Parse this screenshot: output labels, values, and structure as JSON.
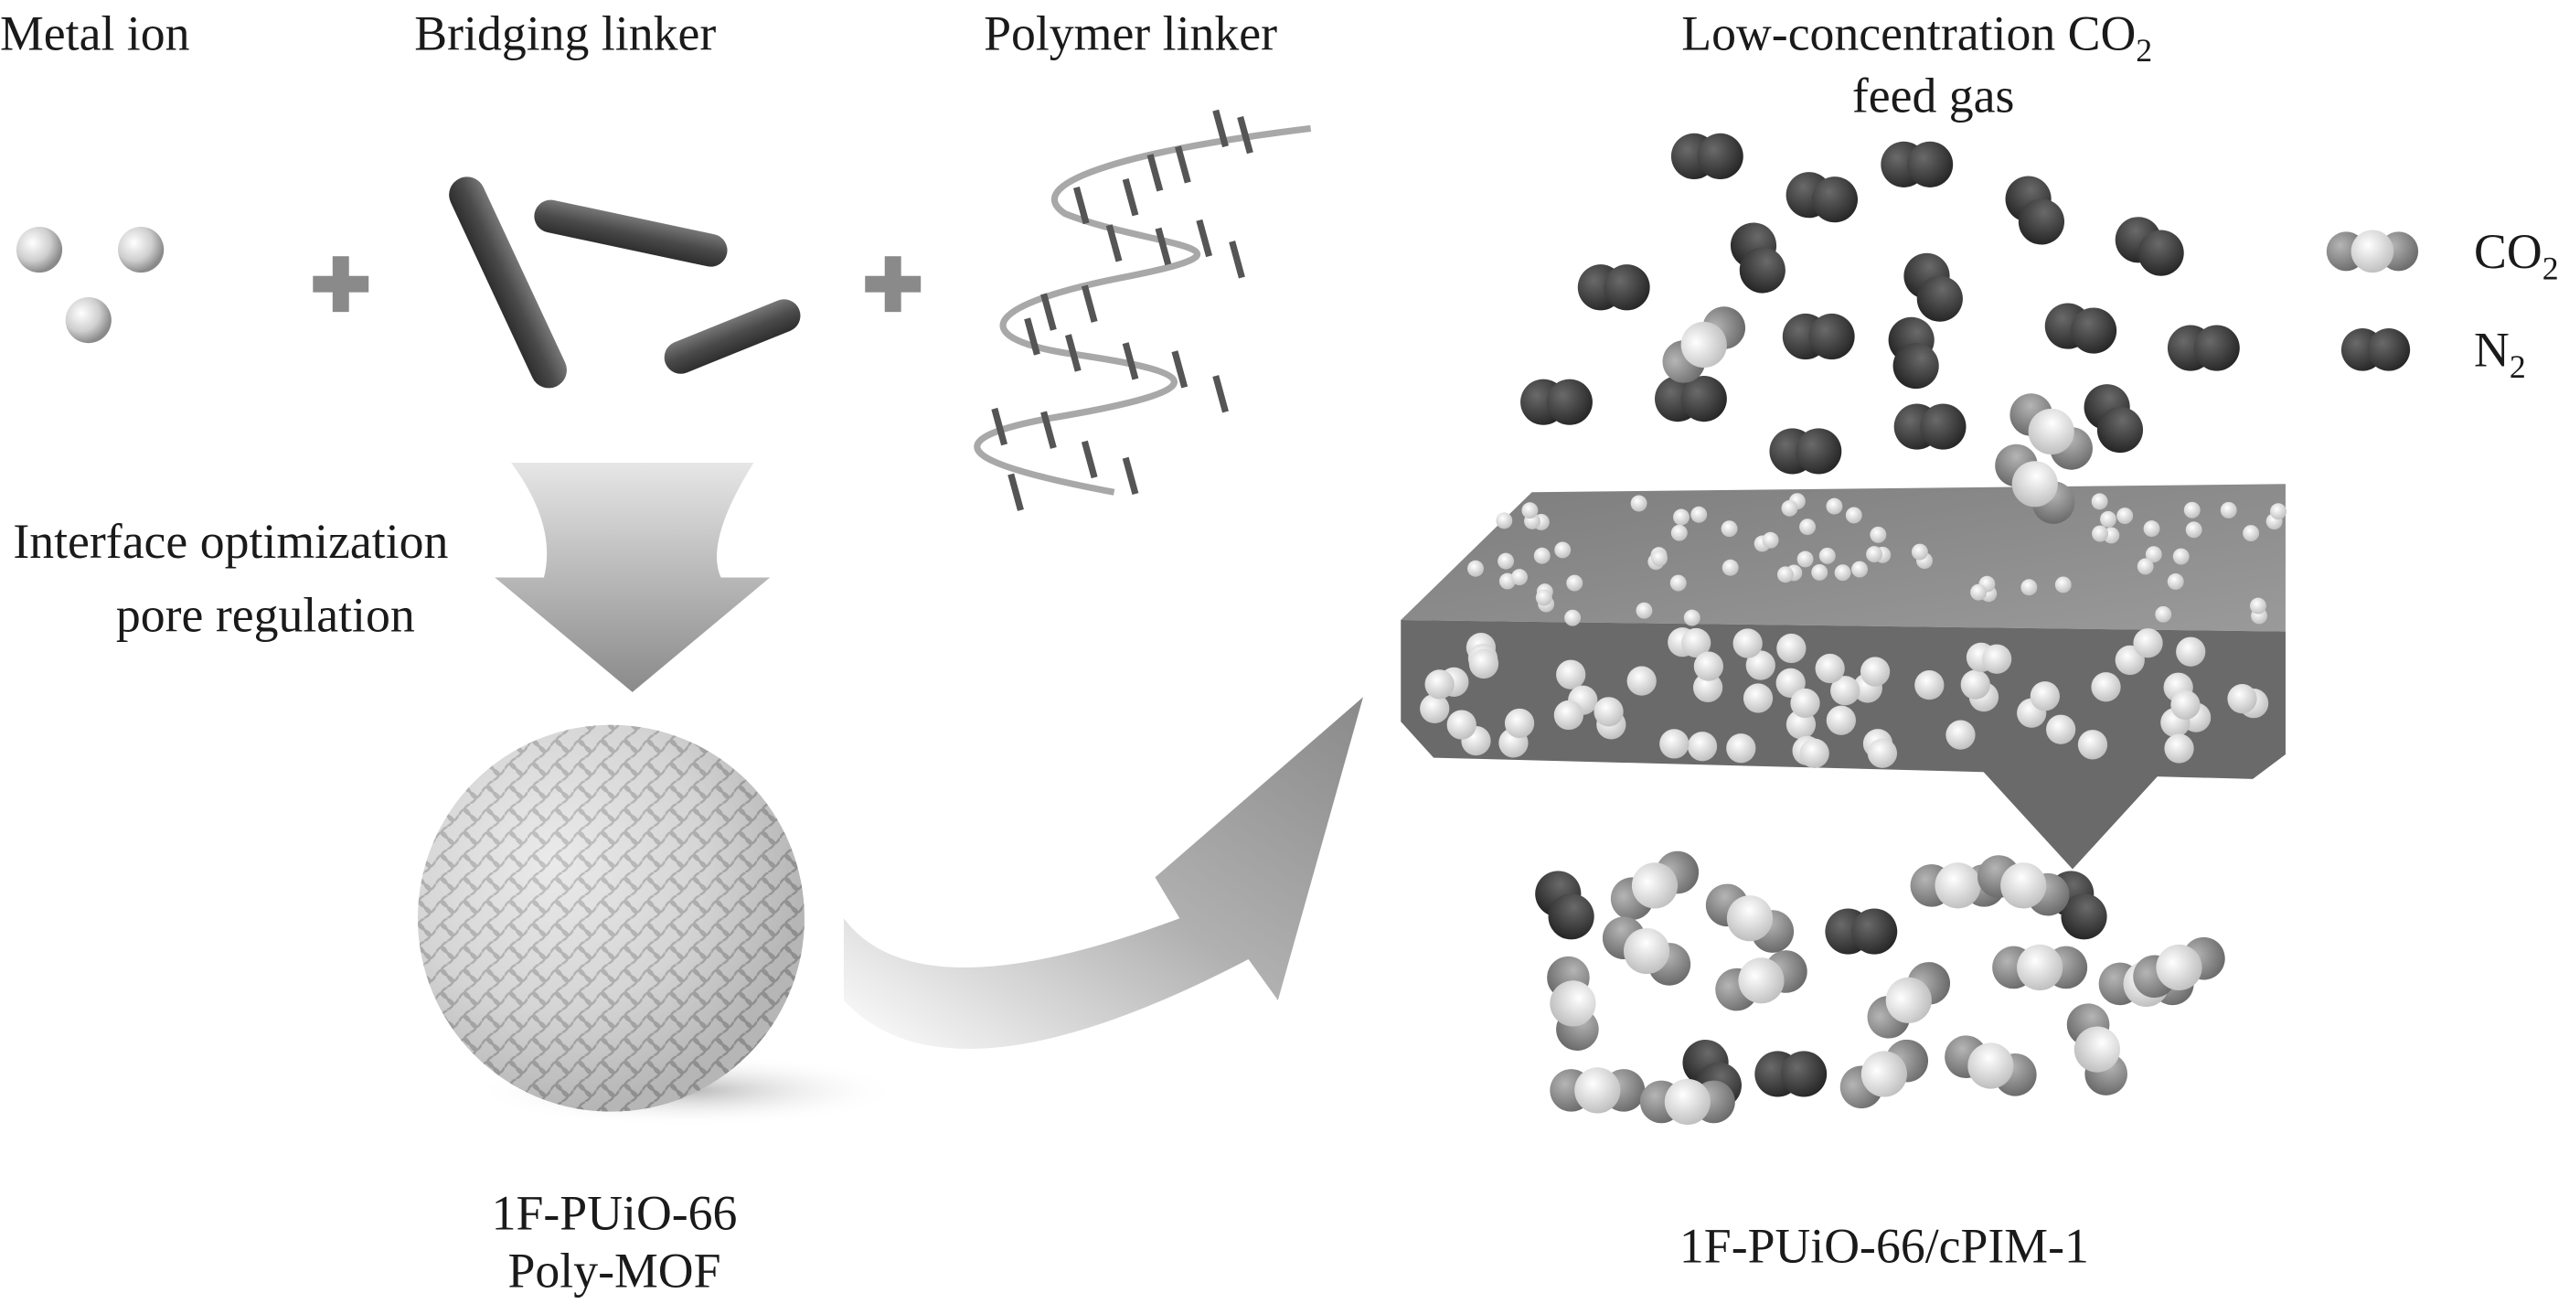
{
  "labels": {
    "metal_ion": "Metal ion",
    "bridging_linker": "Bridging linker",
    "polymer_linker": "Polymer linker",
    "feed_gas_line1": "Low-concentration CO",
    "feed_gas_line1_sub": "2",
    "feed_gas_line2": "feed gas",
    "process_line1": "Interface optimization",
    "process_line2": "pore regulation",
    "polymof_line1": "1F-PUiO-66",
    "polymof_line2": "Poly-MOF",
    "membrane": "1F-PUiO-66/cPIM-1"
  },
  "legend": [
    {
      "label": "CO",
      "sub": "2",
      "icon": "co2-molecule-icon"
    },
    {
      "label": "N",
      "sub": "2",
      "icon": "n2-molecule-icon"
    }
  ],
  "colors": {
    "n2": "#3a3a3a",
    "co2_outer": "#8a8a8a",
    "co2_center": "#d8d8d8",
    "arrow": "#8c8c8c",
    "membrane": "#6e6e6e",
    "text": "#1a1a1a"
  }
}
